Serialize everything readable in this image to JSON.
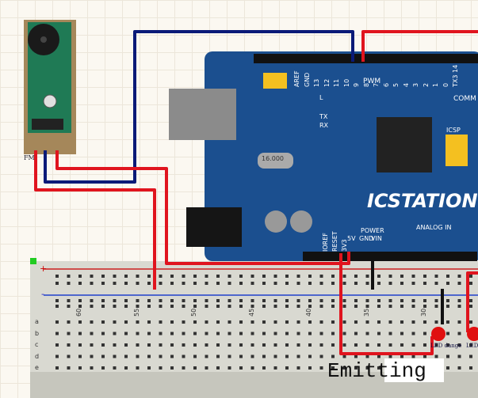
{
  "module": {
    "label": "FM"
  },
  "board": {
    "brand": "ICSTATION",
    "crystal": "16.000",
    "pin_labels": [
      "AREF",
      "GND",
      "13",
      "12",
      "11",
      "10",
      "9",
      "8",
      "7",
      "6",
      "5",
      "4",
      "3",
      "2",
      "1",
      "0",
      "TX3 14"
    ],
    "pwm_label": "PWM",
    "comm_label": "COMM",
    "tx_label": "TX",
    "rx_label": "RX",
    "l_label": "L",
    "icsp_label": "ICSP",
    "power_label": "POWER",
    "power_pins": [
      "IOREF",
      "RESET",
      "3V3",
      "5V",
      "GND",
      "VIN"
    ],
    "analog_label": "ANALOG IN"
  },
  "breadboard": {
    "plus": "+",
    "minus": "-",
    "column_numbers": [
      "60",
      "55",
      "50",
      "45",
      "40",
      "35",
      "30"
    ],
    "row_letters": [
      "a",
      "b",
      "c",
      "d",
      "e"
    ]
  },
  "leds": [
    {
      "label": "LED dange",
      "color": "#e01010"
    },
    {
      "label": "LED",
      "color": "#e01010"
    }
  ],
  "caption": "Emitting",
  "colors": {
    "wire_red": "#e0141e",
    "wire_blue": "#0a1a78",
    "wire_black": "#111111",
    "board_blue": "#1b4f8f",
    "breadboard": "#d9d9d1"
  }
}
